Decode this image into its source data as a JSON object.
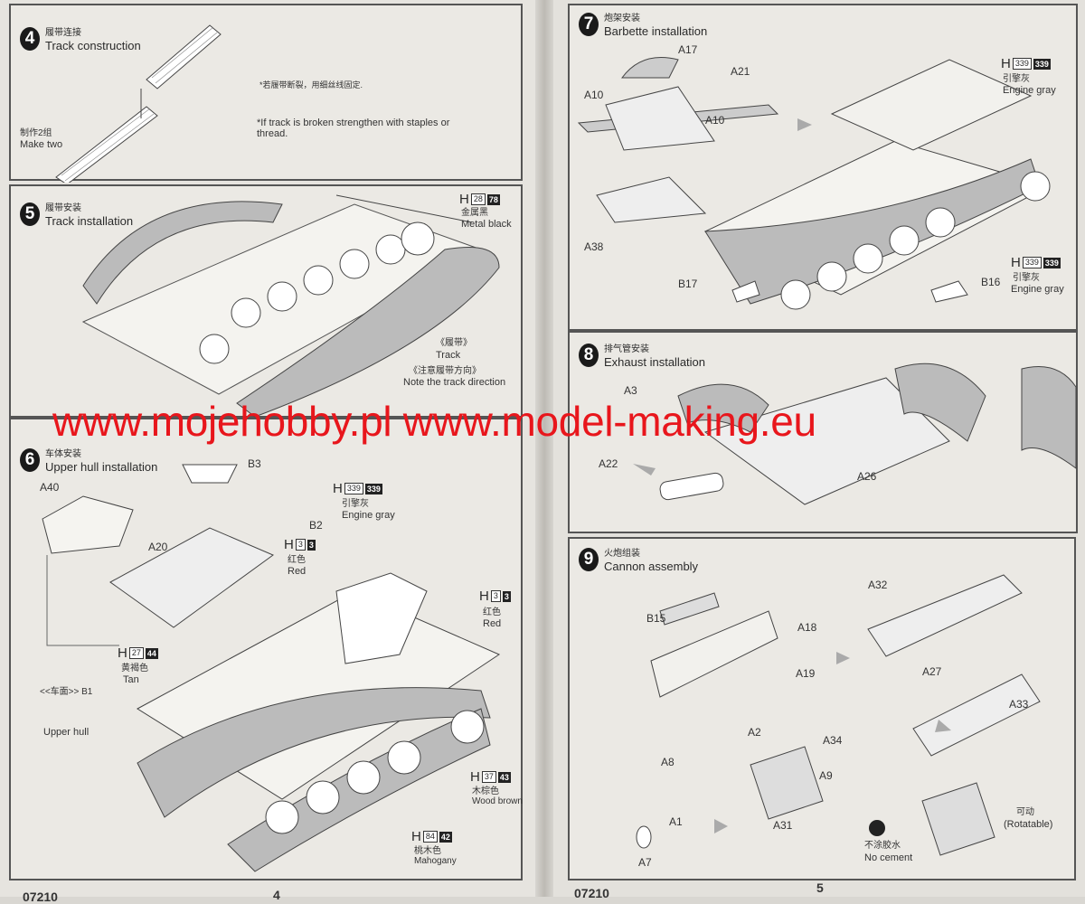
{
  "left_page": {
    "step4": {
      "number": "4",
      "title_cn": "履带连接",
      "title_en": "Track construction",
      "make_cn": "制作2组",
      "make_en": "Make two",
      "note_cn": "*若履带断裂，用细丝线固定.",
      "note_en": "*If track is broken strengthen with staples or thread."
    },
    "step5": {
      "number": "5",
      "title_cn": "履带安装",
      "title_en": "Track installation",
      "paint": {
        "prefix": "H",
        "code1": "28",
        "code2": "78",
        "cn": "金属黑",
        "en": "Metal black"
      },
      "track_cn": "《履带》",
      "track_en": "Track",
      "direction_cn": "《注意履带方向》",
      "direction_en": "Note the track direction"
    },
    "step6": {
      "number": "6",
      "title_cn": "车体安装",
      "title_en": "Upper hull installation",
      "parts": {
        "b3": "B3",
        "a40": "A40",
        "b2": "B2",
        "a20": "A20",
        "b1": "<<车面>> B1",
        "upper_hull": "Upper hull"
      },
      "paints": [
        {
          "prefix": "H",
          "code1": "339",
          "code2": "339",
          "cn": "引擎灰",
          "en": "Engine gray"
        },
        {
          "prefix": "H",
          "code1": "3",
          "code2": "3",
          "cn": "红色",
          "en": "Red"
        },
        {
          "prefix": "H",
          "code1": "3",
          "code2": "3",
          "cn": "红色",
          "en": "Red"
        },
        {
          "prefix": "H",
          "code1": "27",
          "code2": "44",
          "cn": "黄褐色",
          "en": "Tan"
        },
        {
          "prefix": "H",
          "code1": "37",
          "code2": "43",
          "cn": "木棕色",
          "en": "Wood brown"
        },
        {
          "prefix": "H",
          "code1": "84",
          "code2": "42",
          "cn": "桃木色",
          "en": "Mahogany"
        }
      ]
    },
    "footer": {
      "code": "07210",
      "page": "4"
    }
  },
  "right_page": {
    "step7": {
      "number": "7",
      "title_cn": "炮架安装",
      "title_en": "Barbette installation",
      "parts": {
        "a17": "A17",
        "a21": "A21",
        "a10a": "A10",
        "a10b": "A10",
        "a38": "A38",
        "b17": "B17",
        "b16": "B16"
      },
      "paints": [
        {
          "prefix": "H",
          "code1": "339",
          "code2": "339",
          "cn": "引擎灰",
          "en": "Engine gray"
        },
        {
          "prefix": "H",
          "code1": "339",
          "code2": "339",
          "cn": "引擎灰",
          "en": "Engine gray"
        }
      ]
    },
    "step8": {
      "number": "8",
      "title_cn": "排气管安装",
      "title_en": "Exhaust installation",
      "parts": {
        "a3": "A3",
        "a22": "A22",
        "a26": "A26"
      }
    },
    "step9": {
      "number": "9",
      "title_cn": "火炮组装",
      "title_en": "Cannon assembly",
      "parts": {
        "a32": "A32",
        "b15": "B15",
        "a18": "A18",
        "a19": "A19",
        "a27": "A27",
        "a33": "A33",
        "a2": "A2",
        "a34": "A34",
        "a8": "A8",
        "a9": "A9",
        "a1": "A1",
        "a31": "A31",
        "a7": "A7"
      },
      "rotatable_cn": "可动",
      "rotatable_en": "(Rotatable)",
      "no_cement_cn": "不涂胶水",
      "no_cement_en": "No cement"
    },
    "footer": {
      "code": "07210",
      "page": "5"
    }
  },
  "watermark": "www.mojehobby.pl www.model-making.eu",
  "colors": {
    "watermark": "#e8161c",
    "paint_dark": "#222222"
  }
}
